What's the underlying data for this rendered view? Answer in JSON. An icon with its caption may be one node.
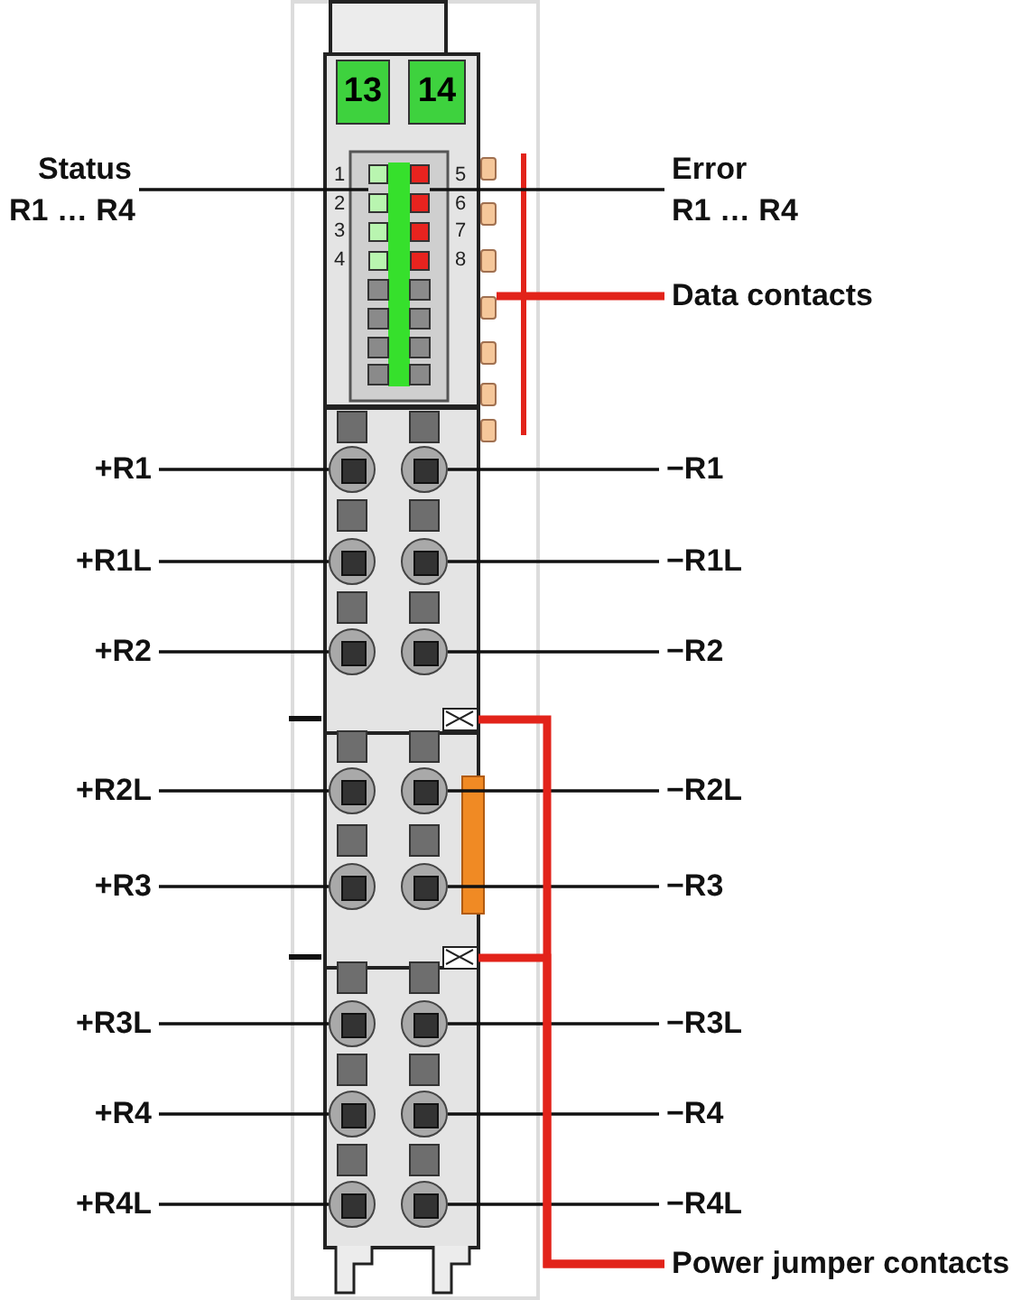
{
  "diagram": {
    "nodes": [
      {
        "text": [
          "Status R1 … R4"
        ]
      },
      {
        "text": [
          "Error R1 … R4"
        ]
      },
      {
        "text": [
          "Data contacts"
        ]
      },
      {
        "text": [
          "+R1"
        ]
      },
      {
        "text": [
          "−R1"
        ]
      },
      {
        "text": [
          "+R1L"
        ]
      },
      {
        "text": [
          "−R1L"
        ]
      },
      {
        "text": [
          "+R2"
        ]
      },
      {
        "text": [
          "−R2"
        ]
      },
      {
        "text": [
          "+R2L"
        ]
      },
      {
        "text": [
          "−R2L"
        ]
      },
      {
        "text": [
          "+R3"
        ]
      },
      {
        "text": [
          "−R3"
        ]
      },
      {
        "text": [
          "+R3L"
        ]
      },
      {
        "text": [
          "−R3L"
        ]
      },
      {
        "text": [
          "+R4"
        ]
      },
      {
        "text": [
          "−R4"
        ]
      },
      {
        "text": [
          "+R4L"
        ]
      },
      {
        "text": [
          "−R4L"
        ]
      },
      {
        "text": [
          "Power jumper contacts"
        ]
      },
      {
        "text": [],
        "shape": "box"
      },
      {
        "text": [],
        "shape": "box"
      },
      {
        "text": [],
        "shape": "bar"
      },
      {
        "text": [],
        "shape": "circle"
      },
      {
        "text": [],
        "shape": "circle"
      },
      {
        "text": [],
        "shape": "circle"
      },
      {
        "text": [],
        "shape": "circle"
      },
      {
        "text": [],
        "shape": "circle"
      },
      {
        "text": [],
        "shape": "circle"
      },
      {
        "text": [],
        "shape": "circle"
      },
      {
        "text": [],
        "shape": "circle"
      },
      {
        "text": [],
        "shape": "circle"
      },
      {
        "text": [],
        "shape": "circle"
      },
      {
        "text": [],
        "shape": "circle"
      },
      {
        "text": [],
        "shape": "circle"
      },
      {
        "text": [],
        "shape": "circle"
      },
      {
        "text": [],
        "shape": "circle"
      },
      {
        "text": [],
        "shape": "circle"
      },
      {
        "text": [],
        "shape": "circle"
      },
      {
        "text": [],
        "shape": "box"
      },
      {
        "text": [],
        "shape": "box"
      }
    ],
    "edges": [
      {
        "from": 0,
        "to": 20,
        "arrow": "none"
      },
      {
        "from": 1,
        "to": 21,
        "arrow": "none"
      },
      {
        "from": 2,
        "to": 22,
        "arrow": "none",
        "style": "thick",
        "color": "#e2231a"
      },
      {
        "from": 3,
        "to": 23,
        "arrow": "none"
      },
      {
        "from": 4,
        "to": 24,
        "arrow": "none"
      },
      {
        "from": 5,
        "to": 25,
        "arrow": "none"
      },
      {
        "from": 6,
        "to": 26,
        "arrow": "none"
      },
      {
        "from": 7,
        "to": 27,
        "arrow": "none"
      },
      {
        "from": 8,
        "to": 28,
        "arrow": "none"
      },
      {
        "from": 9,
        "to": 29,
        "arrow": "none"
      },
      {
        "from": 10,
        "to": 30,
        "arrow": "none"
      },
      {
        "from": 11,
        "to": 31,
        "arrow": "none"
      },
      {
        "from": 12,
        "to": 32,
        "arrow": "none"
      },
      {
        "from": 13,
        "to": 33,
        "arrow": "none"
      },
      {
        "from": 14,
        "to": 34,
        "arrow": "none"
      },
      {
        "from": 15,
        "to": 35,
        "arrow": "none"
      },
      {
        "from": 16,
        "to": 36,
        "arrow": "none"
      },
      {
        "from": 17,
        "to": 37,
        "arrow": "none"
      },
      {
        "from": 18,
        "to": 38,
        "arrow": "none"
      },
      {
        "from": 19,
        "to": 39,
        "arrow": "none",
        "style": "thick",
        "color": "#e2231a"
      },
      {
        "from": 19,
        "to": 40,
        "arrow": "none",
        "style": "thick",
        "color": "#e2231a"
      }
    ],
    "labels": [
      "13",
      "14",
      "1",
      "5",
      "2",
      "6",
      "3",
      "7",
      "4",
      "8"
    ]
  }
}
